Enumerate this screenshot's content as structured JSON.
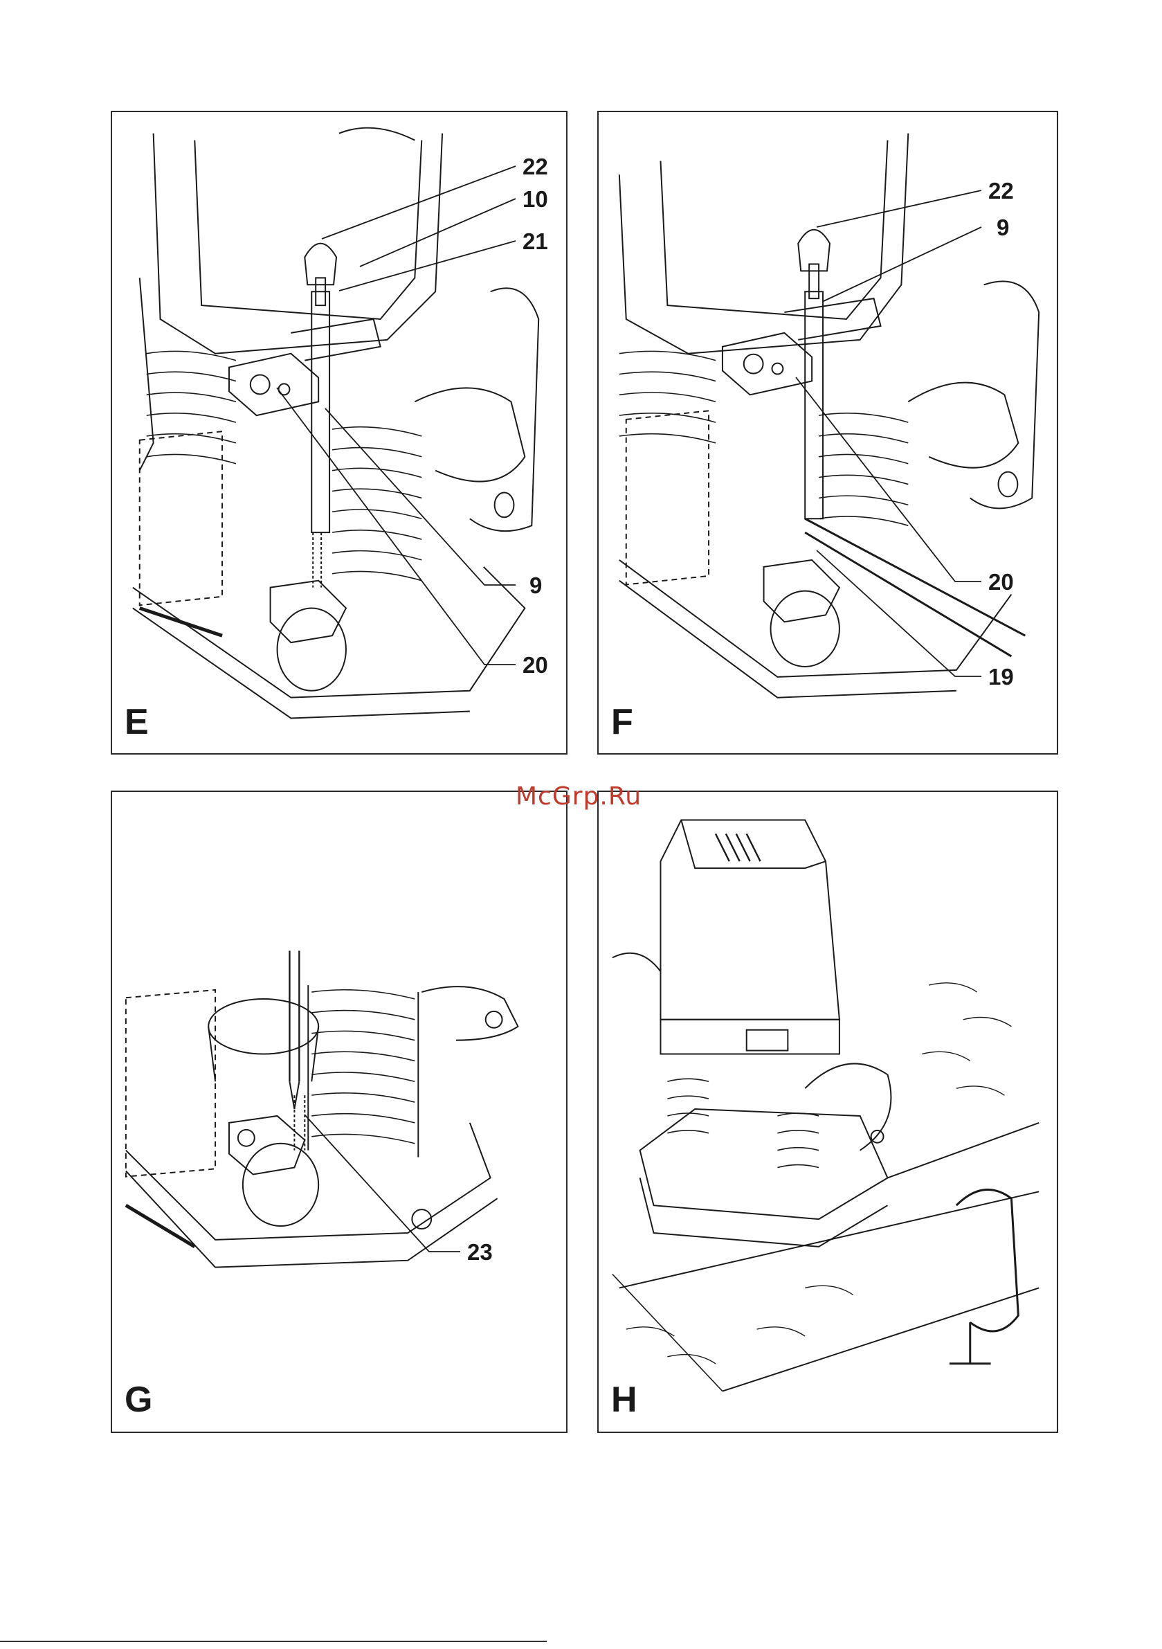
{
  "watermark": {
    "text": "McGrp.Ru",
    "color": "#c0392b"
  },
  "panels": [
    {
      "letter": "E",
      "callouts": [
        "22",
        "10",
        "21",
        "9",
        "20"
      ]
    },
    {
      "letter": "F",
      "callouts": [
        "22",
        "9",
        "20",
        "19"
      ]
    },
    {
      "letter": "G",
      "callouts": [
        "23"
      ]
    },
    {
      "letter": "H",
      "callouts": []
    }
  ],
  "colors": {
    "line": "#1a1a1a",
    "panel_border": "#2a2a2a"
  }
}
